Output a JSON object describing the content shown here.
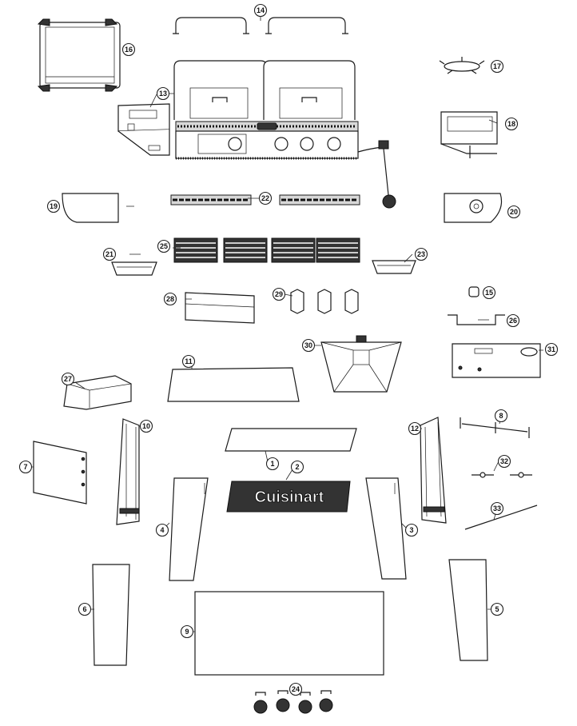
{
  "diagram": {
    "title": "",
    "brand_logo": "Cuisinart",
    "callouts": [
      "1",
      "2",
      "3",
      "4",
      "5",
      "6",
      "7",
      "8",
      "9",
      "10",
      "11",
      "12",
      "13",
      "14",
      "15",
      "16",
      "17",
      "18",
      "19",
      "20",
      "21",
      "22",
      "23",
      "24",
      "25",
      "26",
      "27",
      "28",
      "29",
      "30",
      "31",
      "32",
      "33"
    ]
  }
}
